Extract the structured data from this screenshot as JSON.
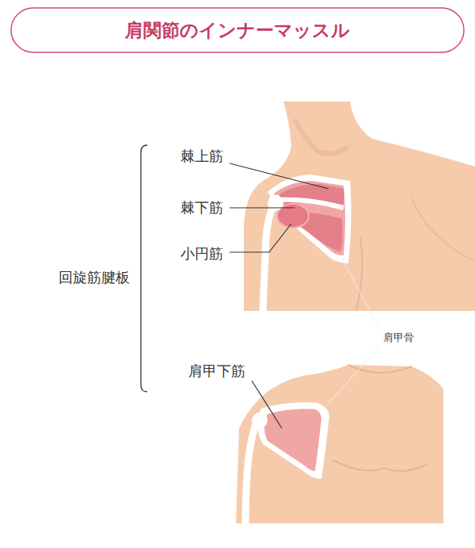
{
  "diagram": {
    "title": "肩関節のインナーマッスル",
    "labels": [
      "棘上筋",
      "棘下筋",
      "小円筋",
      "回旋筋腱板",
      "肩甲骨",
      "肩甲下筋"
    ]
  }
}
